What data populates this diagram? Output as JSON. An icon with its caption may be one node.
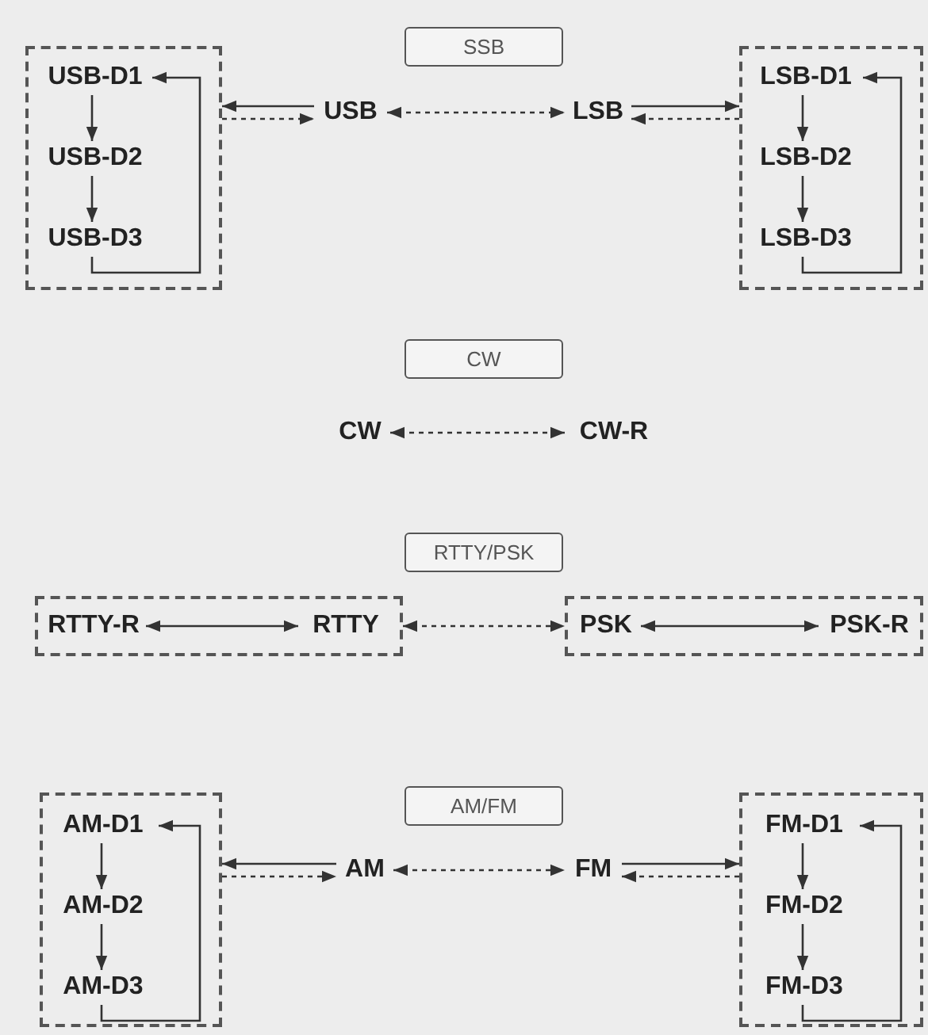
{
  "diagram": {
    "nodes": [
      {
        "text": [
          "SSB"
        ]
      },
      {
        "text": [],
        "shape": "box"
      },
      {
        "text": [
          "USB-D1"
        ],
        "in": 1
      },
      {
        "text": [
          "USB-D2"
        ],
        "in": 1
      },
      {
        "text": [
          "USB-D3"
        ],
        "in": 1
      },
      {
        "text": [
          "USB"
        ]
      },
      {
        "text": [
          "LSB"
        ]
      },
      {
        "text": [],
        "shape": "box"
      },
      {
        "text": [
          "LSB-D1"
        ],
        "in": 7
      },
      {
        "text": [
          "LSB-D2"
        ],
        "in": 7
      },
      {
        "text": [
          "LSB-D3"
        ],
        "in": 7
      },
      {
        "text": [
          "CW"
        ]
      },
      {
        "text": [
          "CW"
        ]
      },
      {
        "text": [
          "CW-R"
        ]
      },
      {
        "text": [
          "RTTY/PSK"
        ]
      },
      {
        "text": [],
        "shape": "box"
      },
      {
        "text": [
          "RTTY-R"
        ],
        "in": 15
      },
      {
        "text": [
          "RTTY"
        ],
        "in": 15
      },
      {
        "text": [],
        "shape": "box"
      },
      {
        "text": [
          "PSK"
        ],
        "in": 18
      },
      {
        "text": [
          "PSK-R"
        ],
        "in": 18
      },
      {
        "text": [
          "AM/FM"
        ]
      },
      {
        "text": [],
        "shape": "box"
      },
      {
        "text": [
          "AM-D1"
        ],
        "in": 22
      },
      {
        "text": [
          "AM-D2"
        ],
        "in": 22
      },
      {
        "text": [
          "AM-D3"
        ],
        "in": 22
      },
      {
        "text": [
          "AM"
        ]
      },
      {
        "text": [
          "FM"
        ]
      },
      {
        "text": [],
        "shape": "box"
      },
      {
        "text": [
          "FM-D1"
        ],
        "in": 28
      },
      {
        "text": [
          "FM-D2"
        ],
        "in": 28
      },
      {
        "text": [
          "FM-D3"
        ],
        "in": 28
      }
    ],
    "edges": [
      {
        "from": 2,
        "to": 3,
        "arrow": "to"
      },
      {
        "from": 3,
        "to": 4,
        "arrow": "to"
      },
      {
        "from": 4,
        "to": 2,
        "arrow": "to"
      },
      {
        "from": 5,
        "to": 1,
        "arrow": "to"
      },
      {
        "from": 1,
        "to": 5,
        "arrow": "to",
        "style": "dashed"
      },
      {
        "from": 5,
        "to": 6,
        "arrow": "both",
        "style": "dashed"
      },
      {
        "from": 6,
        "to": 7,
        "arrow": "to"
      },
      {
        "from": 7,
        "to": 6,
        "arrow": "to",
        "style": "dashed"
      },
      {
        "from": 8,
        "to": 9,
        "arrow": "to"
      },
      {
        "from": 9,
        "to": 10,
        "arrow": "to"
      },
      {
        "from": 10,
        "to": 8,
        "arrow": "to"
      },
      {
        "from": 12,
        "to": 13,
        "arrow": "both",
        "style": "dashed"
      },
      {
        "from": 16,
        "to": 17,
        "arrow": "both"
      },
      {
        "from": 15,
        "to": 18,
        "arrow": "both",
        "style": "dashed"
      },
      {
        "from": 19,
        "to": 20,
        "arrow": "both"
      },
      {
        "from": 23,
        "to": 24,
        "arrow": "to"
      },
      {
        "from": 24,
        "to": 25,
        "arrow": "to"
      },
      {
        "from": 25,
        "to": 23,
        "arrow": "to"
      },
      {
        "from": 26,
        "to": 22,
        "arrow": "to"
      },
      {
        "from": 22,
        "to": 26,
        "arrow": "to",
        "style": "dashed"
      },
      {
        "from": 26,
        "to": 27,
        "arrow": "both",
        "style": "dashed"
      },
      {
        "from": 27,
        "to": 28,
        "arrow": "to"
      },
      {
        "from": 28,
        "to": 27,
        "arrow": "to",
        "style": "dashed"
      },
      {
        "from": 29,
        "to": 30,
        "arrow": "to"
      },
      {
        "from": 30,
        "to": 31,
        "arrow": "to"
      },
      {
        "from": 31,
        "to": 29,
        "arrow": "to"
      }
    ]
  }
}
